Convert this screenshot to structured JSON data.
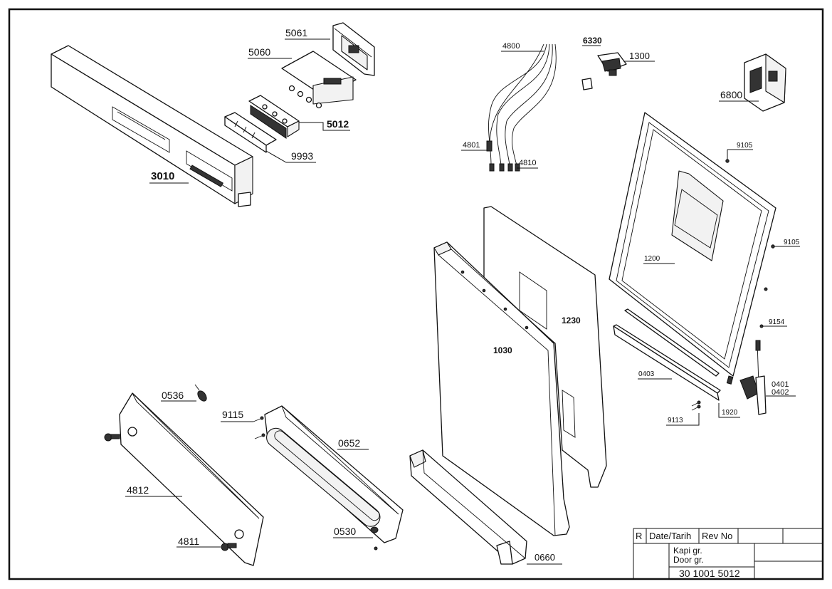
{
  "labels": {
    "p5061": "5061",
    "p5060": "5060",
    "p5012": "5012",
    "p9993": "9993",
    "p3010": "3010",
    "p4800": "4800",
    "p4801": "4801",
    "p4810": "4810",
    "p6330": "6330",
    "p1300": "1300",
    "p6800": "6800",
    "p9105a": "9105",
    "p9105b": "9105",
    "p1200": "1200",
    "p9154": "9154",
    "p1230": "1230",
    "p1030": "1030",
    "p0403": "0403",
    "p0401": "0401",
    "p0402": "0402",
    "p1920": "1920",
    "p9113": "9113",
    "p0536": "0536",
    "p9115": "9115",
    "p0652": "0652",
    "p4812": "4812",
    "p4811": "4811",
    "p0530": "0530",
    "p0660": "0660"
  },
  "title_block": {
    "r": "R",
    "date": "Date/Tarih",
    "rev": "Rev No",
    "name_tr": "Kapi gr.",
    "name_en": "Door gr.",
    "drawing_no": "30 1001 5012"
  }
}
